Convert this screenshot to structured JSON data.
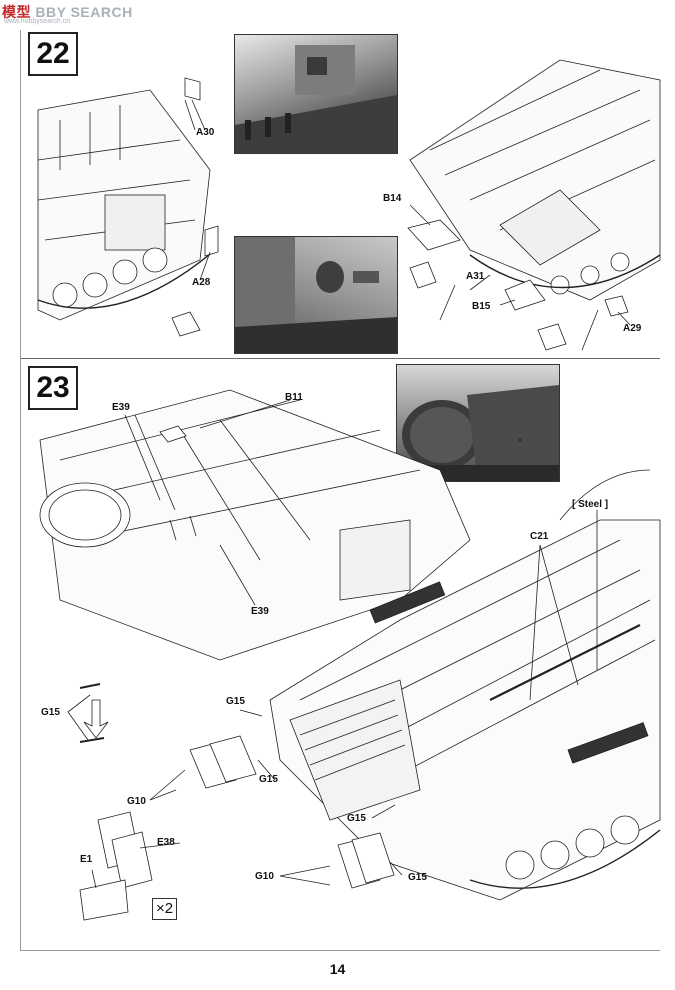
{
  "watermark": {
    "prefix": "模型",
    "brand": "BBY SEARCH",
    "url": "www.hobbysearch.cn"
  },
  "steps": [
    {
      "number": "22"
    },
    {
      "number": "23"
    }
  ],
  "parts": {
    "a30": "A30",
    "a28": "A28",
    "b14": "B14",
    "a31": "A31",
    "b15": "B15",
    "a29": "A29",
    "e39_top": "E39",
    "b11": "B11",
    "e39_bottom": "E39",
    "steel": "[ Steel ]",
    "c21": "C21",
    "g15_left": "G15",
    "g15_mid_top": "G15",
    "g15_mid": "G15",
    "g10_left": "G10",
    "e38": "E38",
    "e1": "E1",
    "g15_lower": "G15",
    "g10_lower": "G10",
    "g15_lower_right": "G15"
  },
  "multiplier": "×2",
  "page_number": "14"
}
